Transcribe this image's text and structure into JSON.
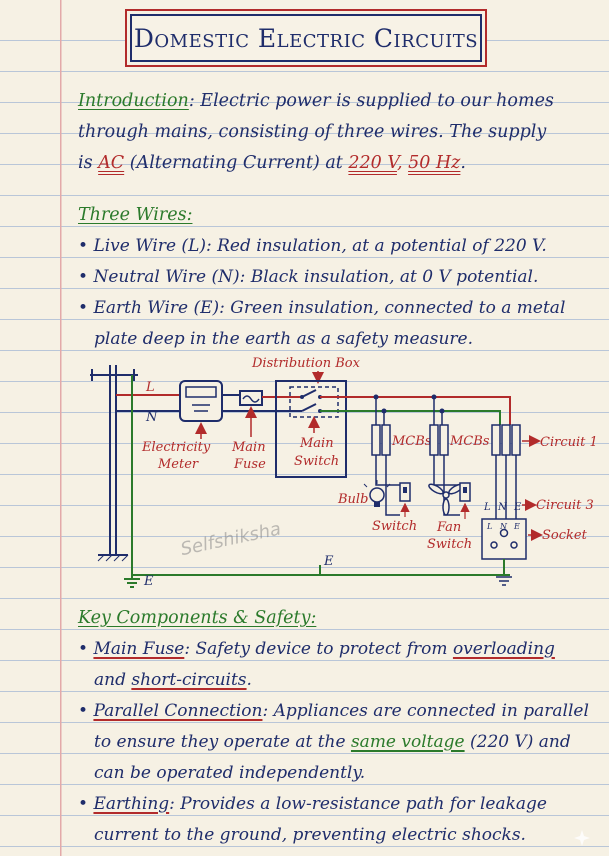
{
  "title": "Domestic Electric Circuits",
  "intro": {
    "heading": "Introduction",
    "line1": "Electric power is supplied to our homes",
    "line2": "through mains, consisting of three wires. The supply",
    "line3_pre": "is ",
    "ac": "AC",
    "line3_mid": " (Alternating Current) at ",
    "voltage": "220 V",
    "comma": ",",
    "freq": "50 Hz",
    "period": "."
  },
  "three_wires": {
    "heading": "Three Wires:",
    "items": [
      "Live Wire (L): Red insulation, at a potential of 220 V.",
      "Neutral Wire (N): Black insulation, at 0 V potential.",
      "Earth Wire (E): Green insulation, connected to a metal"
    ],
    "item3_cont": "plate deep in the earth as a safety measure."
  },
  "diagram": {
    "distribution_box": "Distribution Box",
    "wire_L": "L",
    "wire_N": "N",
    "wire_E": "E",
    "meter_label1": "Electricity",
    "meter_label2": "Meter",
    "fuse_label1": "Main",
    "fuse_label2": "Fuse",
    "switch_label1": "Main",
    "switch_label2": "Switch",
    "mcbs1": "MCBs",
    "mcbs2": "MCBs",
    "circuit1": "Circuit 1",
    "circuit3": "Circuit 3",
    "bulb": "Bulb",
    "switch": "Switch",
    "fan_switch1": "Fan",
    "fan_switch2": "Switch",
    "socket": "Socket",
    "socket_L": "L",
    "socket_N": "N",
    "socket_E": "E",
    "box_L": "L",
    "box_N": "N",
    "box_E": "E",
    "ground_E": "E",
    "watermark": "Selfshiksha",
    "colors": {
      "live": "#b22b2b",
      "neutral": "#1f2d6b",
      "earth": "#2b7a2b"
    }
  },
  "key": {
    "heading": "Key Components & Safety:",
    "b1_term": "Main Fuse",
    "b1_text": ": Safety device to protect from ",
    "b1_over": "overloading",
    "b1_and": "and ",
    "b1_short": "short-circuits",
    "b1_end": ".",
    "b2_term": "Parallel Connection",
    "b2_text": ": Appliances are connected in parallel",
    "b2_line2_pre": "to ensure they operate at the ",
    "b2_same": "same voltage",
    "b2_line2_post": " (220 V) and",
    "b2_line3": "can be operated independently.",
    "b3_term": "Earthing",
    "b3_text": ": Provides a low-resistance path for leakage",
    "b3_line2": "current to the ground, preventing electric shocks."
  }
}
